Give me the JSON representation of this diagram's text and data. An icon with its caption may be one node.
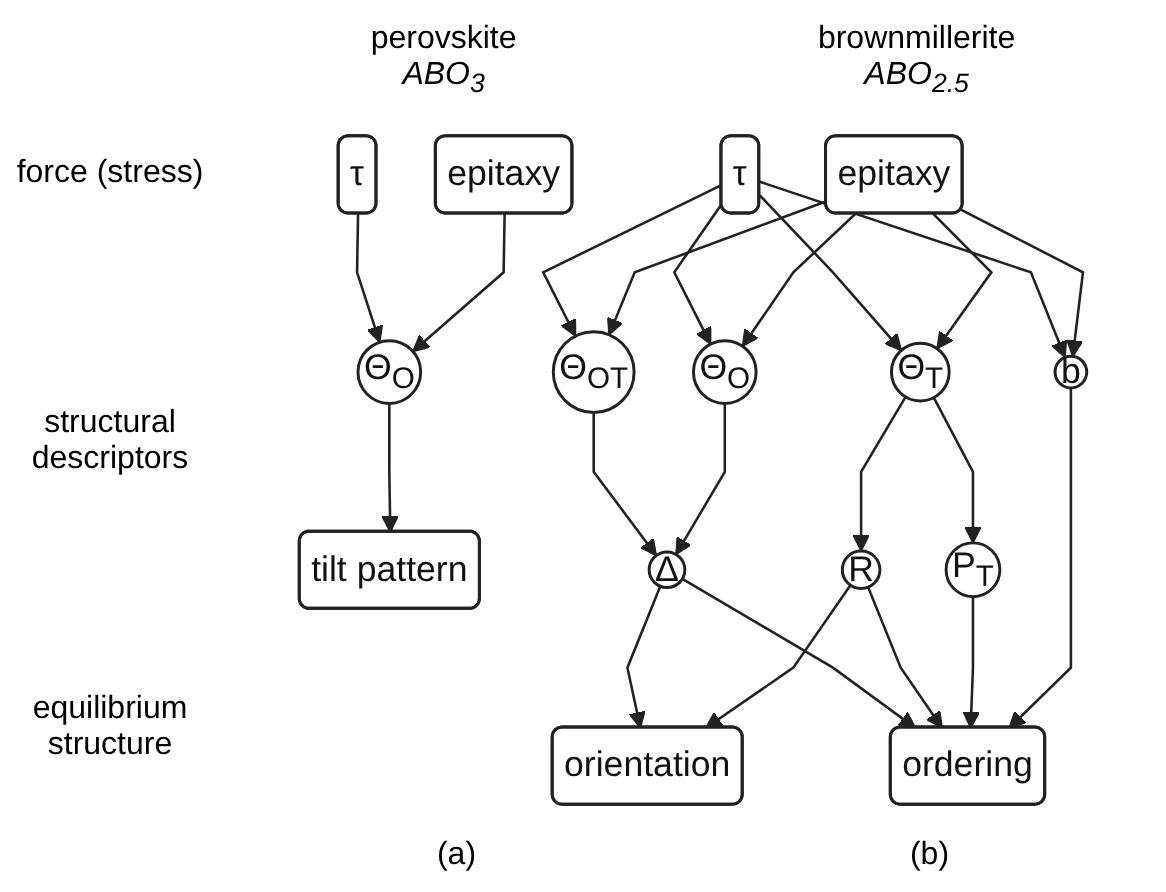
{
  "diagram": {
    "nodes": [
      {
        "text": [
          "τ"
        ]
      },
      {
        "text": [
          "epitaxy"
        ]
      },
      {
        "text": [
          "Θ$_{O}$"
        ]
      },
      {
        "text": [
          "tilt pattern"
        ]
      },
      {
        "text": [
          "τ"
        ]
      },
      {
        "text": [
          "epitaxy"
        ]
      },
      {
        "text": [
          "Θ$_{OT}$"
        ]
      },
      {
        "text": [
          "Θ$_{O}$"
        ]
      },
      {
        "text": [
          "Θ$_{T}$"
        ]
      },
      {
        "text": [
          "b"
        ]
      },
      {
        "text": [
          "Δ"
        ]
      },
      {
        "text": [
          "R"
        ]
      },
      {
        "text": [
          "P$_{T}$"
        ]
      },
      {
        "text": [
          "orientation"
        ]
      },
      {
        "text": [
          "ordering"
        ]
      }
    ],
    "edges": [
      {
        "from": 0,
        "to": 2,
        "arrow": "to"
      },
      {
        "from": 1,
        "to": 2,
        "arrow": "to"
      },
      {
        "from": 2,
        "to": 3,
        "arrow": "to"
      },
      {
        "from": 4,
        "to": 6,
        "arrow": "to"
      },
      {
        "from": 4,
        "to": 7,
        "arrow": "to"
      },
      {
        "from": 4,
        "to": 8,
        "arrow": "to"
      },
      {
        "from": 4,
        "to": 9,
        "arrow": "to"
      },
      {
        "from": 5,
        "to": 6,
        "arrow": "to"
      },
      {
        "from": 5,
        "to": 7,
        "arrow": "to"
      },
      {
        "from": 5,
        "to": 8,
        "arrow": "to"
      },
      {
        "from": 5,
        "to": 9,
        "arrow": "to"
      },
      {
        "from": 6,
        "to": 10,
        "arrow": "to"
      },
      {
        "from": 7,
        "to": 10,
        "arrow": "to"
      },
      {
        "from": 8,
        "to": 11,
        "arrow": "to"
      },
      {
        "from": 8,
        "to": 12,
        "arrow": "to"
      },
      {
        "from": 10,
        "to": 13,
        "arrow": "to"
      },
      {
        "from": 10,
        "to": 14,
        "arrow": "to"
      },
      {
        "from": 11,
        "to": 13,
        "arrow": "to"
      },
      {
        "from": 11,
        "to": 14,
        "arrow": "to"
      },
      {
        "from": 12,
        "to": 14,
        "arrow": "to"
      },
      {
        "from": 9,
        "to": 14,
        "arrow": "to"
      }
    ],
    "labels": [
      "perovskite",
      "brownmillerite",
      "ABO$_{3}$",
      "ABO$_{2.5}$",
      "force (stress)",
      "structural descriptors",
      "equilibrium structure",
      "(a)",
      "(b)"
    ]
  }
}
